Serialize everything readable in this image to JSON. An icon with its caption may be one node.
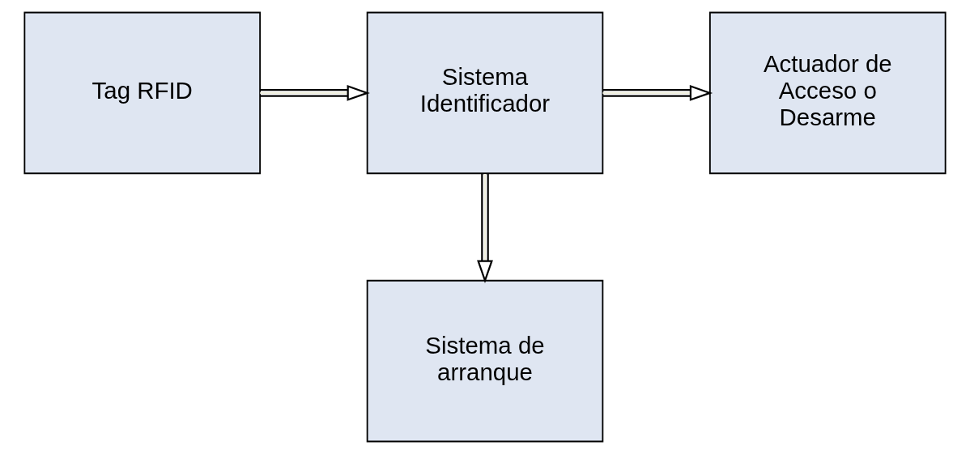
{
  "diagram": {
    "nodes": [
      {
        "text": [
          "Tag RFID"
        ]
      },
      {
        "text": [
          "Sistema Identificador"
        ]
      },
      {
        "text": [
          "Actuador de Acceso o Desarme"
        ]
      },
      {
        "text": [
          "Sistema de arranque"
        ]
      }
    ],
    "edges": [
      {
        "from": 0,
        "to": 1,
        "arrow": "to"
      },
      {
        "from": 1,
        "to": 2,
        "arrow": "to"
      },
      {
        "from": 1,
        "to": 3,
        "arrow": "to"
      }
    ]
  }
}
